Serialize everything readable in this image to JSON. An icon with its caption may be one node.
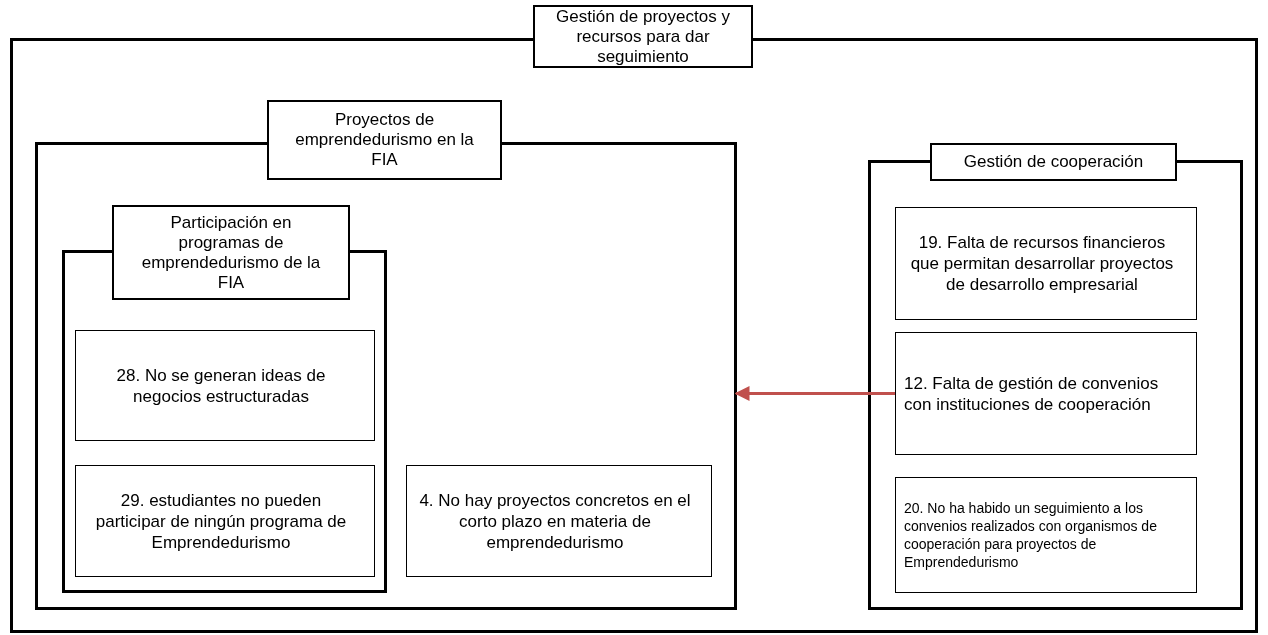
{
  "diagram": {
    "nodes": [
      {
        "text": [
          "Gestión de proyectos y recursos para dar seguimiento"
        ]
      },
      {
        "text": [
          "Proyectos de emprendedurismo en la FIA"
        ],
        "in": 0
      },
      {
        "text": [
          "Participación en programas de emprendedurismo de la FIA"
        ],
        "in": 1
      },
      {
        "text": [
          "28. No se generan ideas de negocios estructuradas"
        ],
        "in": 2
      },
      {
        "text": [
          "29. estudiantes no pueden participar de ningún programa de Emprendedurismo"
        ],
        "in": 2
      },
      {
        "text": [
          "4. No hay proyectos concretos en el corto plazo en materia de emprendedurismo"
        ],
        "in": 1
      },
      {
        "text": [
          "Gestión de cooperación"
        ],
        "in": 0
      },
      {
        "text": [
          "19. Falta de recursos financieros que permitan desarrollar proyectos de desarrollo empresarial"
        ],
        "in": 6
      },
      {
        "text": [
          "12. Falta de gestión de convenios con instituciones de cooperación"
        ],
        "in": 6
      },
      {
        "text": [
          "20. No ha habido un seguimiento a los convenios realizados con organismos de cooperación para proyectos de Emprendedurismo"
        ],
        "in": 6
      }
    ],
    "edges": [
      {
        "from": 8,
        "to": 1,
        "arrow": "to",
        "color": "#c0504d"
      }
    ]
  }
}
